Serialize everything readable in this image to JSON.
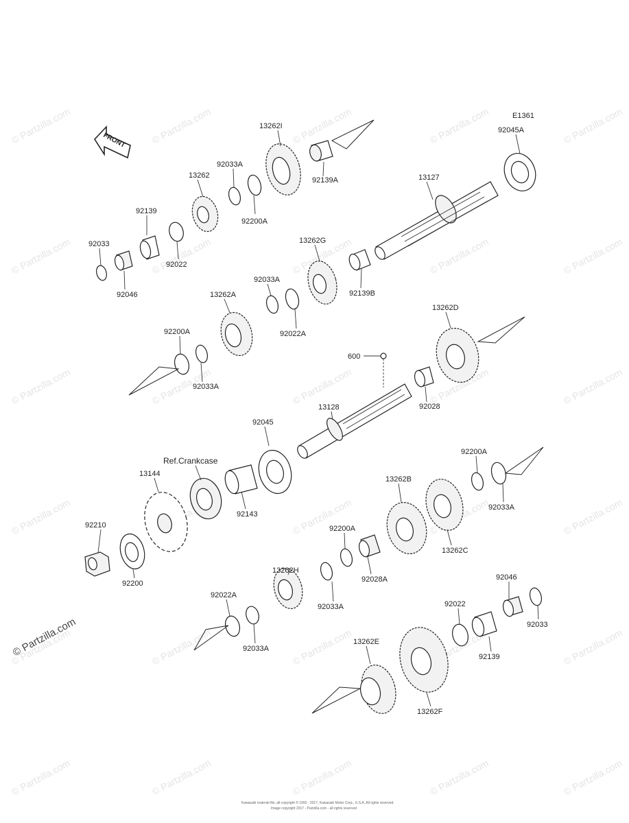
{
  "diagram_code": "E1361",
  "front_label": "FRONT",
  "ref_note": "Ref.Crankcase",
  "side_watermark": "© Partzilla.com",
  "watermark_text": "© Partzilla.com",
  "copyright_line1": "Kawasaki material file, all copyright © 1992 - 2017, Kawasaki Motor Corp., U.S.A. All rights reserved.",
  "copyright_line2": "Image copyright 2017 - Partzilla.com - all rights reserved",
  "labels": [
    {
      "id": "lbl-132621",
      "text": "13262I"
    },
    {
      "id": "lbl-92045a",
      "text": "92045A"
    },
    {
      "id": "lbl-92033a-1",
      "text": "92033A"
    },
    {
      "id": "lbl-13262",
      "text": "13262"
    },
    {
      "id": "lbl-92139a",
      "text": "92139A"
    },
    {
      "id": "lbl-13127",
      "text": "13127"
    },
    {
      "id": "lbl-92139",
      "text": "92139"
    },
    {
      "id": "lbl-92200a-1",
      "text": "92200A"
    },
    {
      "id": "lbl-92033-1",
      "text": "92033"
    },
    {
      "id": "lbl-92022-1",
      "text": "92022"
    },
    {
      "id": "lbl-13262g",
      "text": "13262G"
    },
    {
      "id": "lbl-92046-1",
      "text": "92046"
    },
    {
      "id": "lbl-92033a-2",
      "text": "92033A"
    },
    {
      "id": "lbl-92139b",
      "text": "92139B"
    },
    {
      "id": "lbl-13262a",
      "text": "13262A"
    },
    {
      "id": "lbl-92022a-1",
      "text": "92022A"
    },
    {
      "id": "lbl-13262d",
      "text": "13262D"
    },
    {
      "id": "lbl-92200a-2",
      "text": "92200A"
    },
    {
      "id": "lbl-600",
      "text": "600"
    },
    {
      "id": "lbl-92033a-3",
      "text": "92033A"
    },
    {
      "id": "lbl-13128",
      "text": "13128"
    },
    {
      "id": "lbl-92028",
      "text": "92028"
    },
    {
      "id": "lbl-92045",
      "text": "92045"
    },
    {
      "id": "lbl-92200a-3",
      "text": "92200A"
    },
    {
      "id": "lbl-13144",
      "text": "13144"
    },
    {
      "id": "lbl-92143",
      "text": "92143"
    },
    {
      "id": "lbl-13262b",
      "text": "13262B"
    },
    {
      "id": "lbl-92033a-4",
      "text": "92033A"
    },
    {
      "id": "lbl-92210",
      "text": "92210"
    },
    {
      "id": "lbl-92200a-4",
      "text": "92200A"
    },
    {
      "id": "lbl-13262c",
      "text": "13262C"
    },
    {
      "id": "lbl-92200",
      "text": "92200"
    },
    {
      "id": "lbl-13262h",
      "text": "13262H"
    },
    {
      "id": "lbl-92028a",
      "text": "92028A"
    },
    {
      "id": "lbl-92046-2",
      "text": "92046"
    },
    {
      "id": "lbl-92022a-2",
      "text": "92022A"
    },
    {
      "id": "lbl-92033a-5",
      "text": "92033A"
    },
    {
      "id": "lbl-92022-2",
      "text": "92022"
    },
    {
      "id": "lbl-92033-2",
      "text": "92033"
    },
    {
      "id": "lbl-92033a-6",
      "text": "92033A"
    },
    {
      "id": "lbl-92139-2",
      "text": "92139"
    },
    {
      "id": "lbl-13262e",
      "text": "13262E"
    },
    {
      "id": "lbl-13262f",
      "text": "13262F"
    }
  ]
}
